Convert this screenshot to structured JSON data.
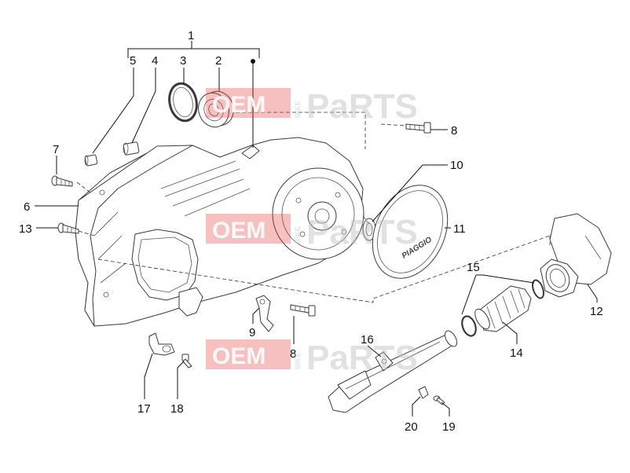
{
  "diagram": {
    "callouts": [
      {
        "id": "c1",
        "text": "1"
      },
      {
        "id": "c2",
        "text": "2"
      },
      {
        "id": "c3",
        "text": "3"
      },
      {
        "id": "c4",
        "text": "4"
      },
      {
        "id": "c5",
        "text": "5"
      },
      {
        "id": "c6",
        "text": "6"
      },
      {
        "id": "c7",
        "text": "7"
      },
      {
        "id": "c8a",
        "text": "8"
      },
      {
        "id": "c8b",
        "text": "8"
      },
      {
        "id": "c9",
        "text": "9"
      },
      {
        "id": "c10",
        "text": "10"
      },
      {
        "id": "c11",
        "text": "11"
      },
      {
        "id": "c12",
        "text": "12"
      },
      {
        "id": "c13",
        "text": "13"
      },
      {
        "id": "c14",
        "text": "14"
      },
      {
        "id": "c15",
        "text": "15"
      },
      {
        "id": "c16",
        "text": "16"
      },
      {
        "id": "c17",
        "text": "17"
      },
      {
        "id": "c18",
        "text": "18"
      },
      {
        "id": "c19",
        "text": "19"
      },
      {
        "id": "c20",
        "text": "20"
      }
    ],
    "cover_logo": "PIAGGIO"
  },
  "watermark": {
    "brand_box": "OEM",
    "brand_vertical": "BIKE",
    "brand_tail": "PaRTS"
  },
  "colors": {
    "watermark_red": "#e23a3a",
    "line": "#111111"
  }
}
